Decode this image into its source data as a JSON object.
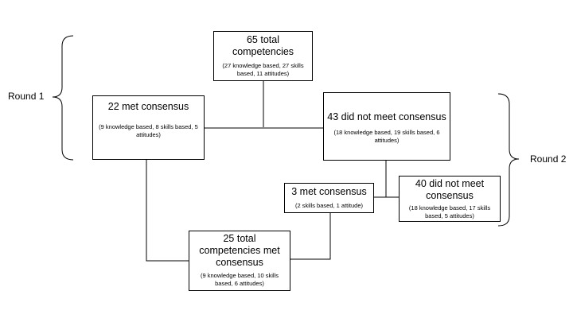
{
  "round_labels": {
    "round1": "Round 1",
    "round2": "Round 2"
  },
  "boxes": {
    "total": {
      "head": "65 total competencies",
      "detail": "(27 knowledge based, 27 skills based, 11 attitudes)"
    },
    "met_r1": {
      "head": "22 met consensus",
      "detail": "(9 knowledge based, 8 skills based, 5 attitudes)"
    },
    "not_met_r1": {
      "head": "43 did not meet consensus",
      "detail": "(18 knowledge based, 19 skills based, 6 attitudes)"
    },
    "met_r2": {
      "head": "3 met consensus",
      "detail": "(2 skills based, 1 attitude)"
    },
    "not_met_r2": {
      "head": "40 did not meet consensus",
      "detail": "(18 knowledge based, 17 skills based, 5 attitudes)"
    },
    "final": {
      "head": "25 total competencies met consensus",
      "detail": "(9 knowledge based, 10 skills based, 6 attitudes)"
    }
  }
}
